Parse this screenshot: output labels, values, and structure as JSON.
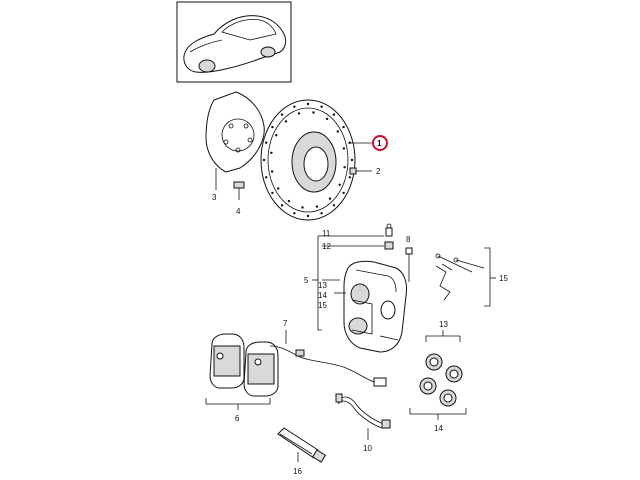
{
  "callouts": {
    "c1": "1",
    "c2": "2",
    "c3": "3",
    "c4": "4",
    "c5": "5",
    "c6": "6",
    "c7": "7",
    "c8": "8",
    "c10": "10",
    "c11": "11",
    "c12": "12",
    "c13a": "13",
    "c14a": "14",
    "c15a": "15",
    "c13b": "13",
    "c14b": "14",
    "c15b": "15",
    "c16": "16"
  },
  "colors": {
    "highlight": "#c8102e",
    "line": "#111111",
    "background": "#ffffff"
  }
}
